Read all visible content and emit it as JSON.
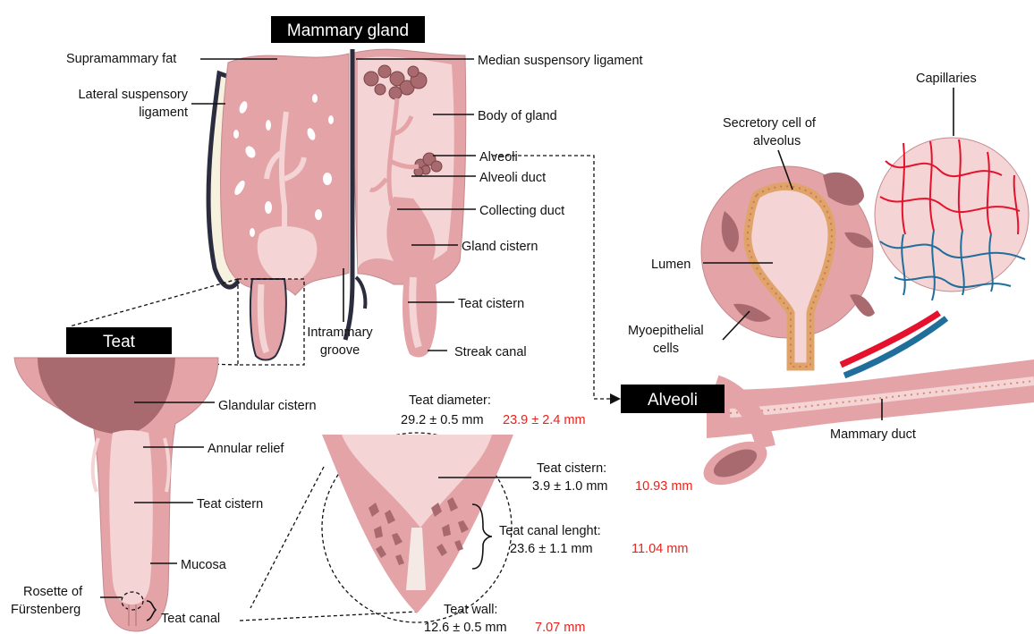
{
  "titles": {
    "mammary_gland": "Mammary gland",
    "teat": "Teat",
    "alveoli": "Alveoli"
  },
  "gland_labels": {
    "supramammary_fat": "Supramammary fat",
    "lateral_ligament_line1": "Lateral suspensory",
    "lateral_ligament_line2": "ligament",
    "median_ligament": "Median suspensory ligament",
    "body_of_gland": "Body of gland",
    "alveoli": "Alveoli",
    "alveoli_duct": "Alveoli duct",
    "collecting_duct": "Collecting duct",
    "gland_cistern": "Gland cistern",
    "teat_cistern": "Teat cistern",
    "intrammary_line1": "Intrammary",
    "intrammary_line2": "groove",
    "streak_canal": "Streak canal"
  },
  "teat_labels": {
    "glandular_cistern": "Glandular cistern",
    "annular_relief": "Annular relief",
    "teat_cistern": "Teat cistern",
    "mucosa": "Mucosa",
    "rosette_line1": "Rosette of",
    "rosette_line2": "Fürstenberg",
    "teat_canal": "Teat canal"
  },
  "measurements": {
    "diameter_label": "Teat diameter:",
    "diameter_value": "29.2 ± 0.5 mm",
    "diameter_alt": "23.9 ± 2.4 mm",
    "cistern_label": "Teat cistern:",
    "cistern_value": "3.9 ± 1.0 mm",
    "cistern_alt": "10.93 mm",
    "canal_label": "Teat canal lenght:",
    "canal_value": "23.6 ± 1.1 mm",
    "canal_alt": "11.04 mm",
    "wall_label": "Teat wall:",
    "wall_value": "12.6 ± 0.5 mm",
    "wall_alt": "7.07 mm"
  },
  "alveolus_labels": {
    "capillaries": "Capillaries",
    "secretory_line1": "Secretory cell of",
    "secretory_line2": "alveolus",
    "lumen": "Lumen",
    "myoepithelial_line1": "Myoepithelial",
    "myoepithelial_line2": "cells",
    "mammary_duct": "Mammary duct"
  },
  "colors": {
    "tissue_pink": "#e3a3a7",
    "light_pink": "#f4d4d4",
    "dark_mauve": "#a86a6e",
    "ligament_navy": "#2b2d3e",
    "artery_red": "#e5122d",
    "vein_blue": "#1f6e9c",
    "measurement_red": "#e8231d"
  }
}
